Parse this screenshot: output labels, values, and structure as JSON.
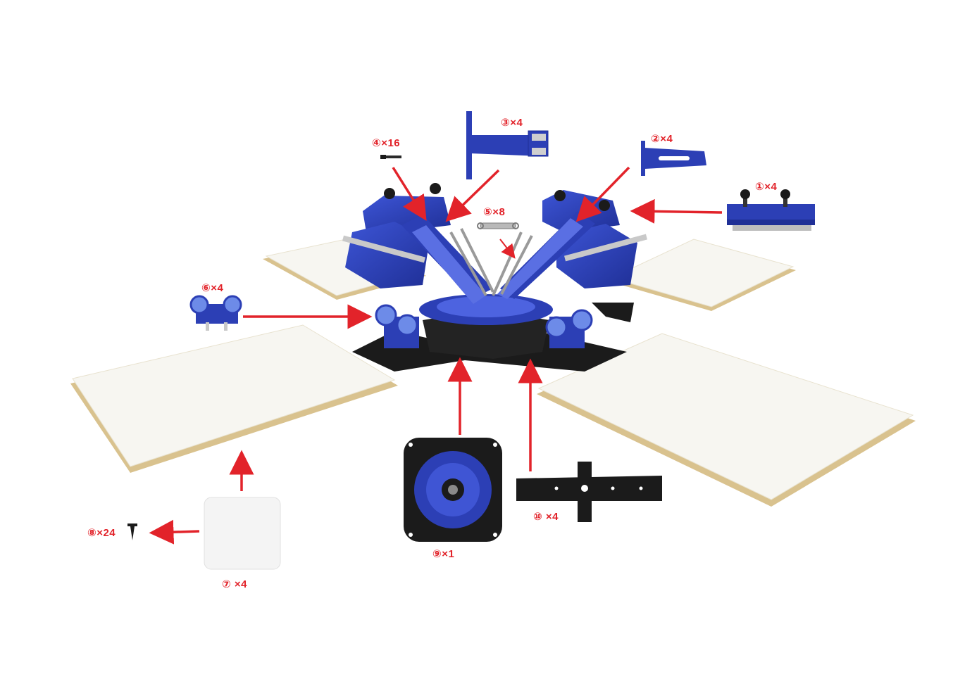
{
  "colors": {
    "accent_red": "#e2232a",
    "machine_blue": "#2c3fb5",
    "machine_dark": "#1b1b1b",
    "platen_face": "#f7f6f1",
    "platen_edge": "#d9c28e",
    "background": "#ffffff"
  },
  "parts": [
    {
      "id": "p1",
      "label": "①×4"
    },
    {
      "id": "p2",
      "label": "②×4"
    },
    {
      "id": "p3",
      "label": "③×4"
    },
    {
      "id": "p4",
      "label": "④×16"
    },
    {
      "id": "p5",
      "label": "⑤×8"
    },
    {
      "id": "p6",
      "label": "⑥×4"
    },
    {
      "id": "p7",
      "label": "⑦ ×4"
    },
    {
      "id": "p8",
      "label": "⑧×24"
    },
    {
      "id": "p9",
      "label": "⑨×1"
    },
    {
      "id": "p10",
      "label": "⑩ ×4"
    }
  ]
}
